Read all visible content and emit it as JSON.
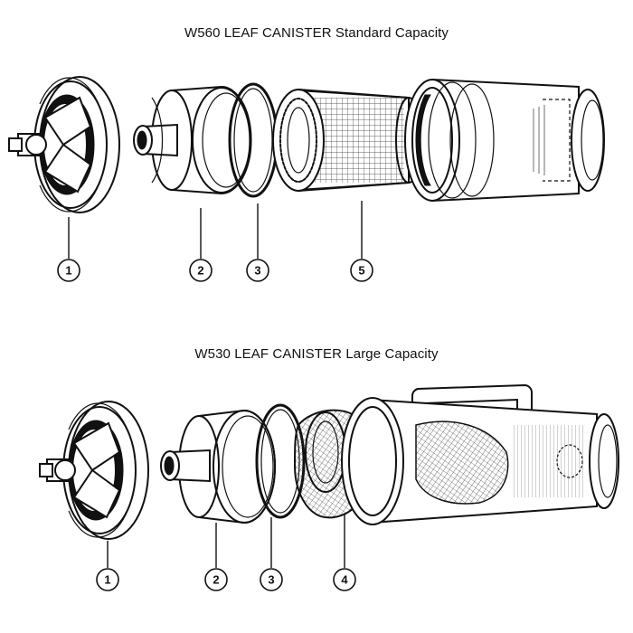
{
  "titles": {
    "top": "W560 LEAF CANISTER Standard Capacity",
    "bottom": "W530 LEAF CANISTER Large Capacity"
  },
  "callouts": {
    "top": [
      "1",
      "2",
      "3",
      "5"
    ],
    "bottom": [
      "1",
      "2",
      "3",
      "4"
    ]
  }
}
